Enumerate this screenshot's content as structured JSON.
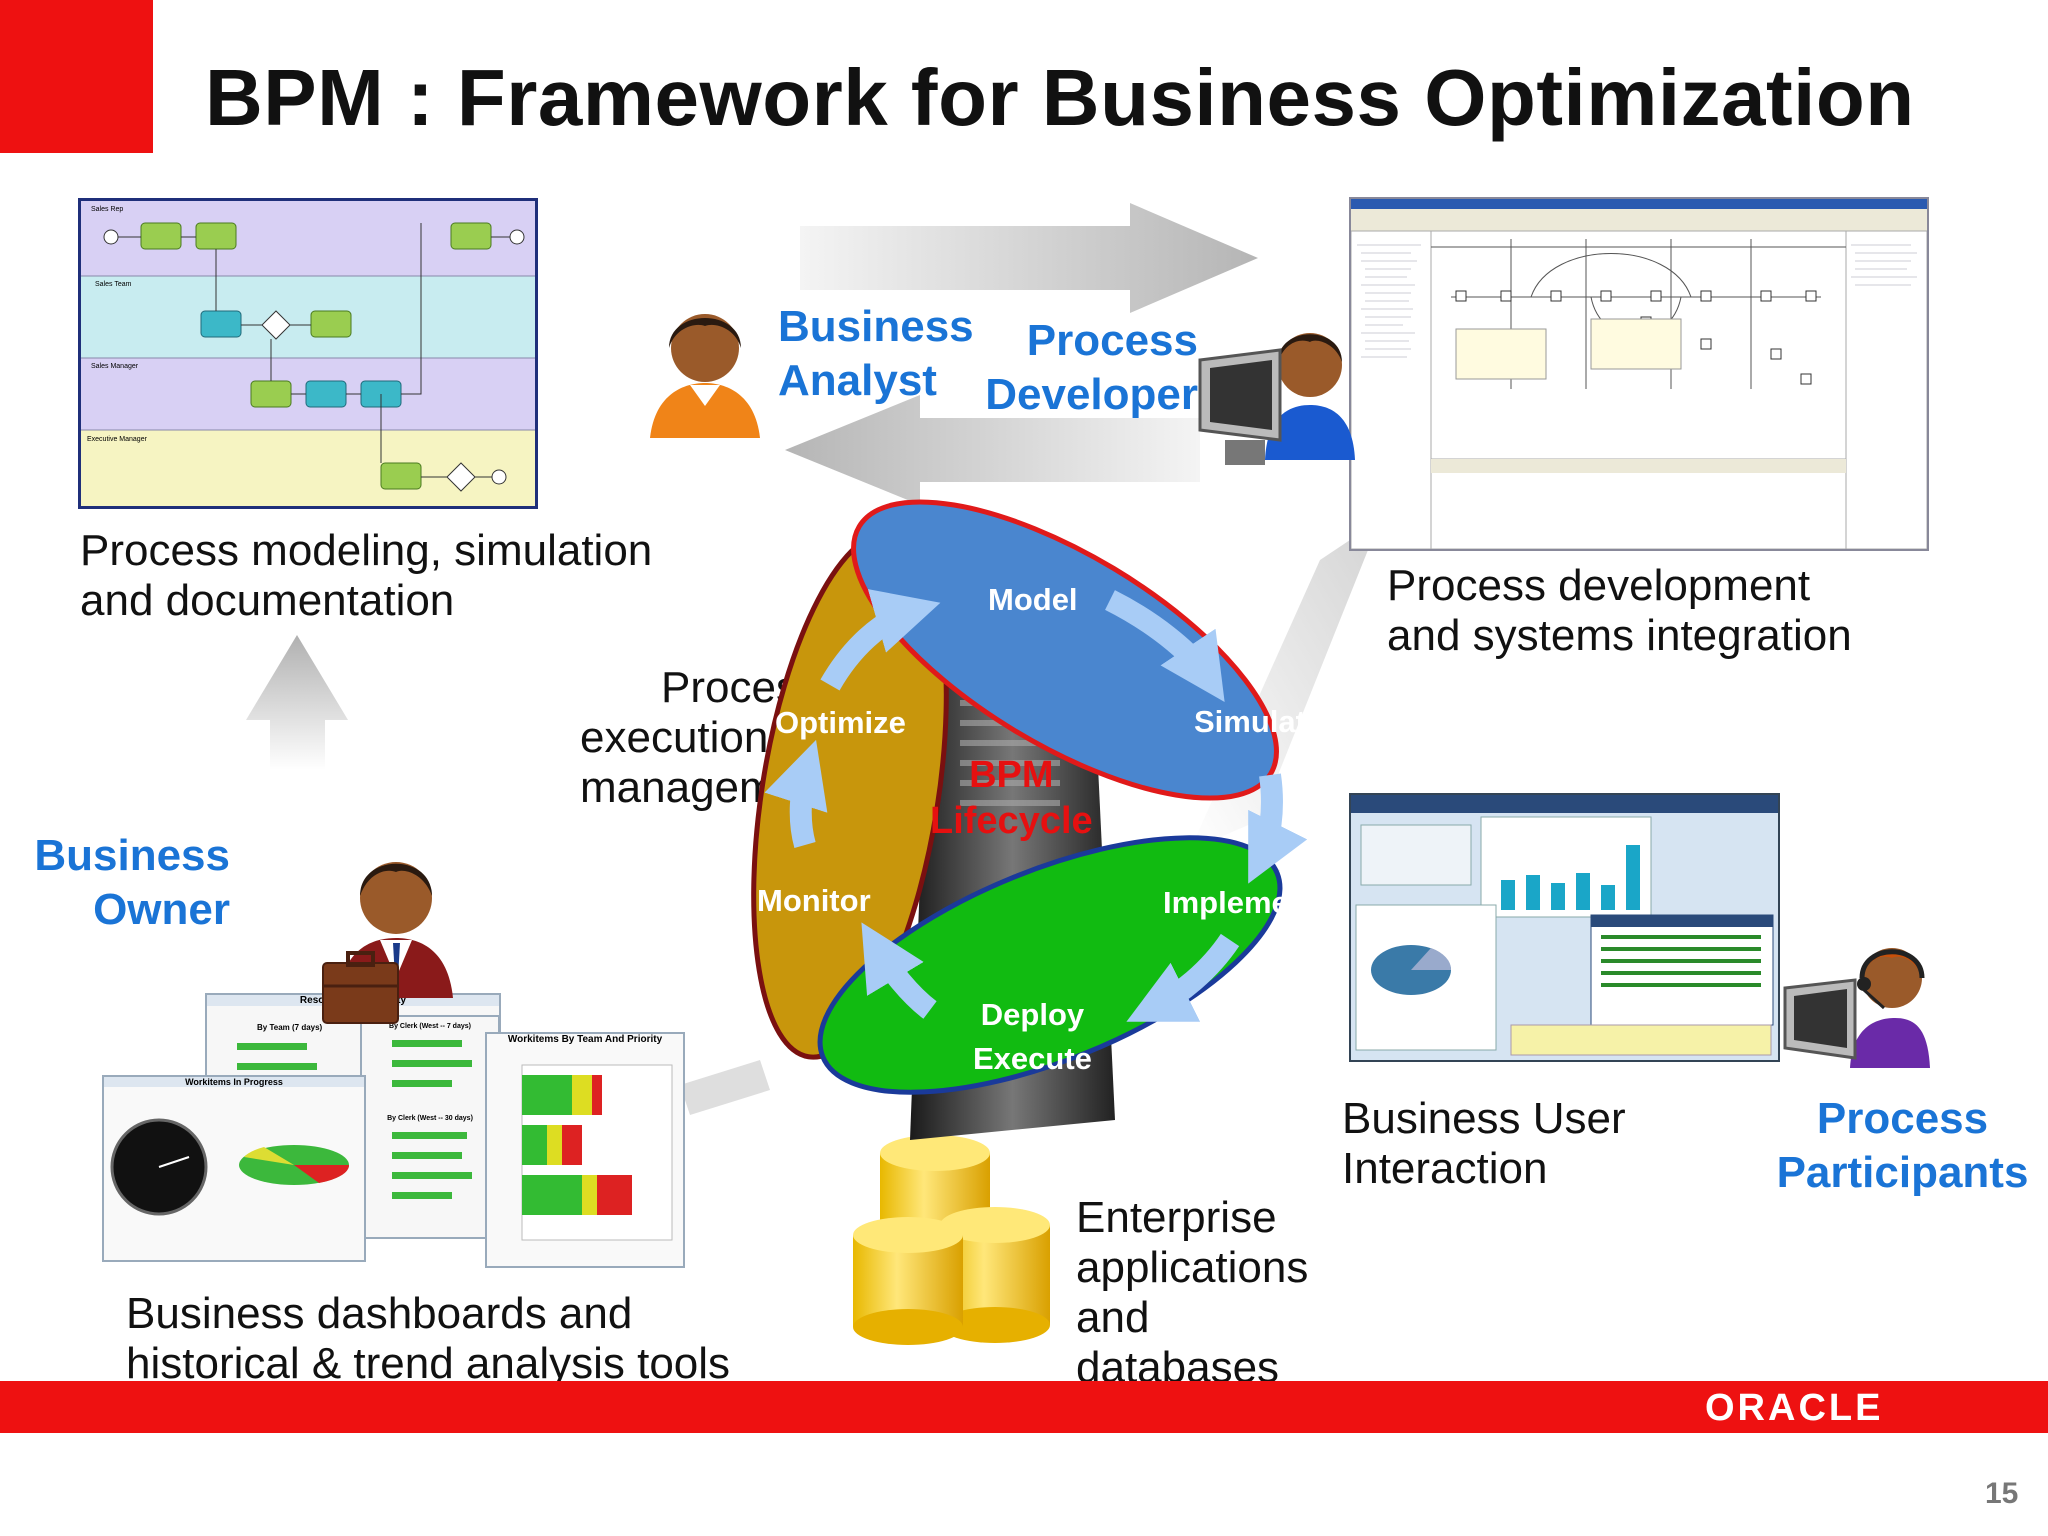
{
  "title": "BPM : Framework for Business Optimization",
  "roles": {
    "business_analyst": [
      "Business",
      "Analyst"
    ],
    "process_developer": [
      "Process",
      "Developer"
    ],
    "business_owner": [
      "Business",
      "Owner"
    ],
    "process_participants": [
      "Process",
      "Participants"
    ]
  },
  "captions": {
    "modeling": [
      "Process modeling, simulation",
      "and documentation"
    ],
    "development": [
      "Process development",
      "and systems integration"
    ],
    "dashboards": [
      "Business dashboards and",
      "historical & trend analysis tools"
    ],
    "user_interaction": [
      "Business User",
      "Interaction"
    ],
    "enterprise": [
      "Enterprise",
      "applications",
      "and",
      "databases"
    ],
    "execution": [
      "Process",
      "execution and",
      "management"
    ]
  },
  "lifecycle": {
    "center_label": [
      "BPM",
      "Lifecycle"
    ],
    "stages": {
      "model": "Model",
      "simulate": "Simulate",
      "implement": "Implement",
      "deploy": [
        "Deploy",
        "Execute"
      ],
      "monitor": "Monitor",
      "optimize": "Optimize"
    }
  },
  "dashboard_panels": {
    "resource": "Resource Productivity",
    "workitems_progress": "Workitems In Progress",
    "workitems_team": "Workitems By Team And Priority",
    "by_team": "By Team (7 days)",
    "by_clerk_week": "By Clerk (West -- 7 days)",
    "by_clerk_month": "By Clerk (West -- 30 days)"
  },
  "swimlanes": [
    "Sales Rep",
    "Sales Team",
    "Sales Manager",
    "Executive Manager"
  ],
  "footer": {
    "brand": "ORACLE",
    "page": "15"
  },
  "colors": {
    "accent_red": "#ee1111",
    "role_blue": "#1a74d6",
    "model_blue": "#4a86cf",
    "execute_green": "#11bb11",
    "monitor_gold": "#c8960c"
  }
}
